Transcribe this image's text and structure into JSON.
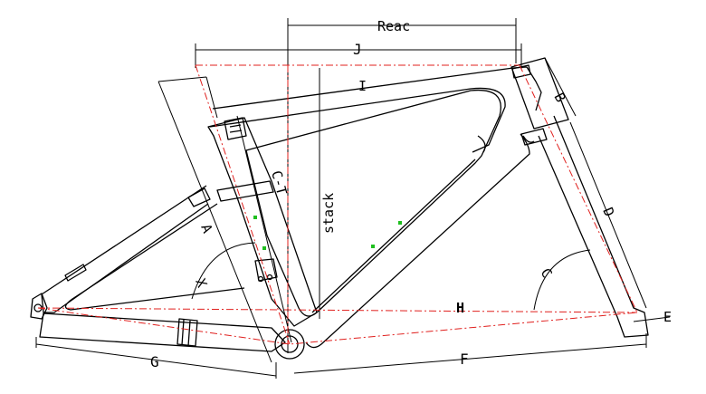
{
  "labels": {
    "reach": "Reac",
    "j": "J",
    "i": "I",
    "b": "B",
    "ct": "C-T",
    "stack": "stack",
    "d": "D",
    "a": "A",
    "x": "X",
    "c": "C",
    "h": "H",
    "e": "E",
    "g": "G",
    "f": "F"
  },
  "colors": {
    "outline": "#000000",
    "geometry_line": "#e0201e",
    "accent_mark": "#1fbf1f",
    "background": "#ffffff"
  }
}
